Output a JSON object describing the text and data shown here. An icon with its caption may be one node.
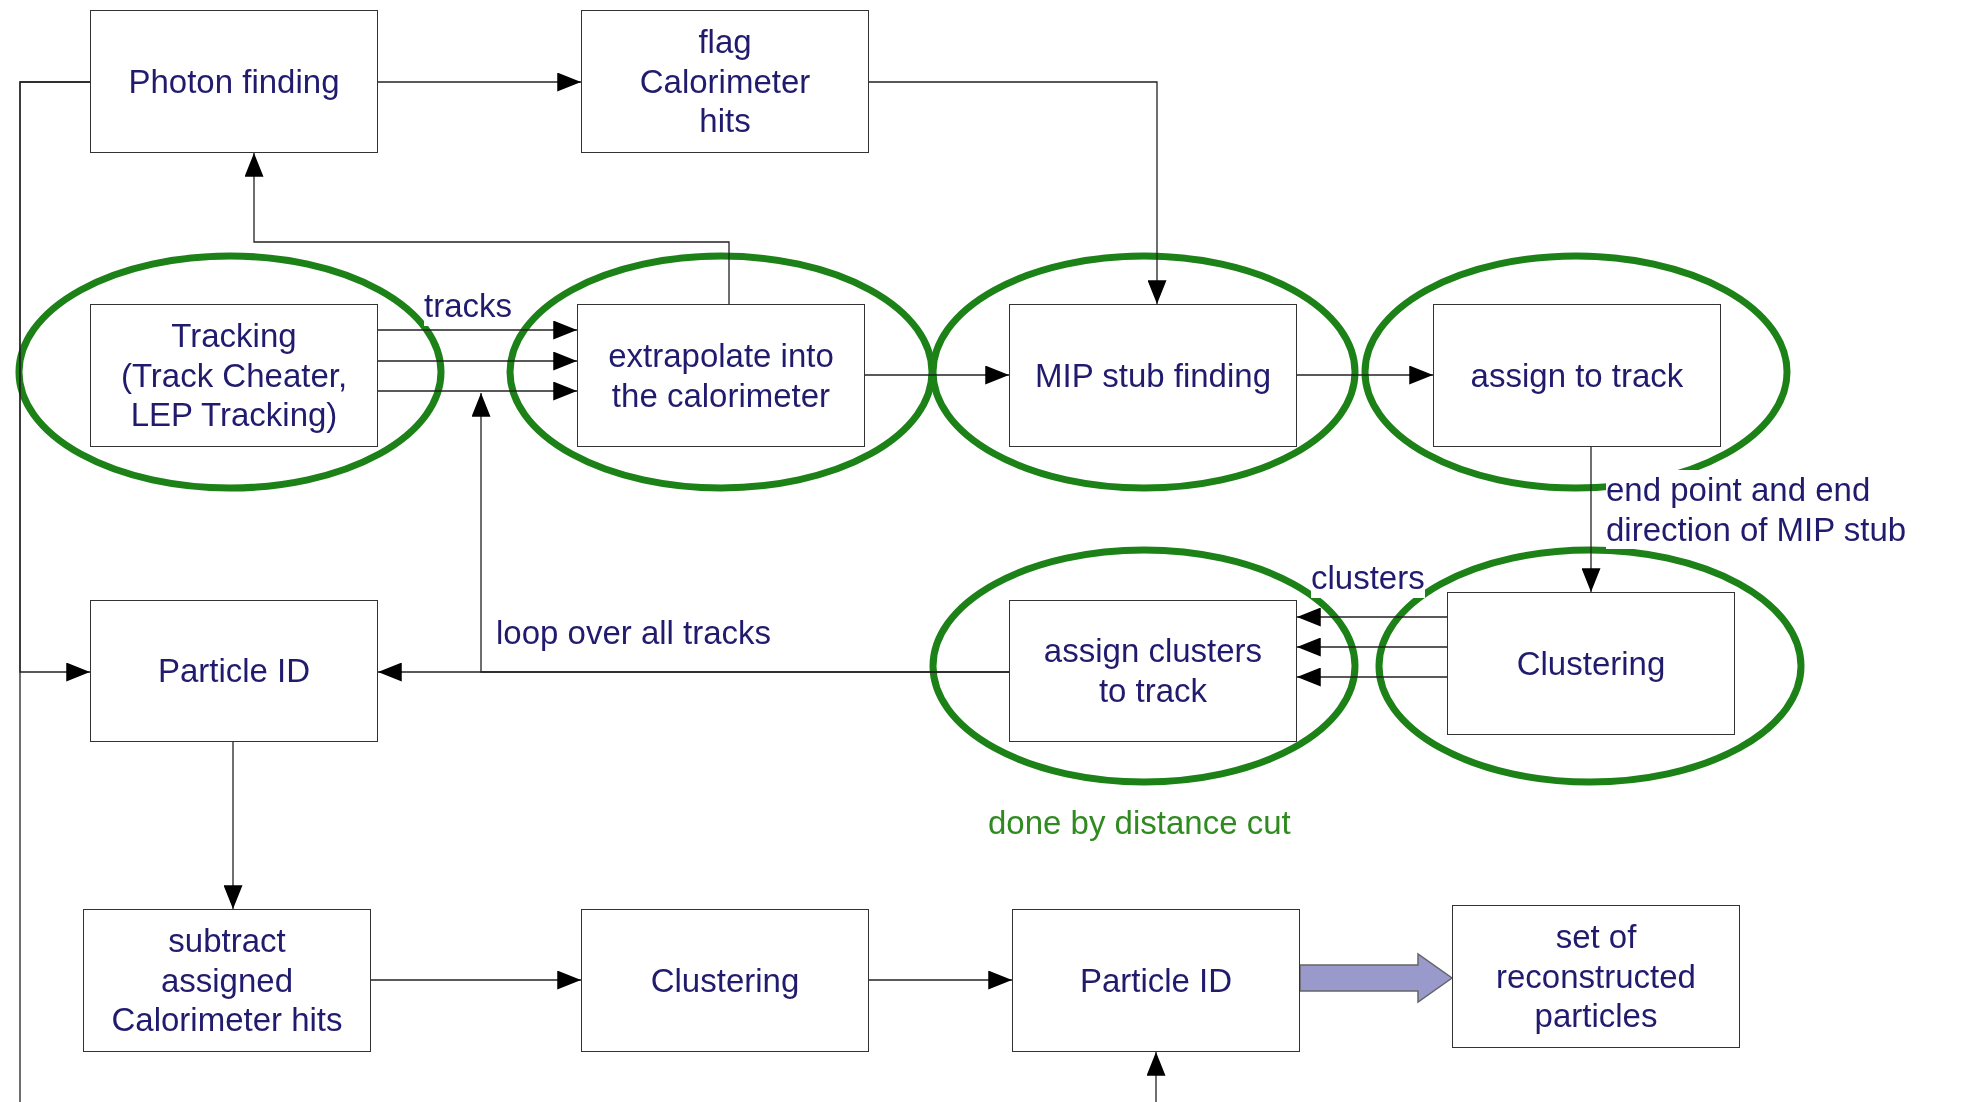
{
  "diagram": {
    "nodes": [
      {
        "text": [
          "Photon finding"
        ]
      },
      {
        "text": [
          "flag Calorimeter hits"
        ]
      },
      {
        "text": [],
        "shape": "ellipse"
      },
      {
        "text": [
          "Tracking",
          "(Track Cheater, LEP Tracking)"
        ],
        "in": 2
      },
      {
        "text": [],
        "shape": "ellipse"
      },
      {
        "text": [
          "extrapolate into the calorimeter"
        ],
        "in": 4
      },
      {
        "text": [],
        "shape": "ellipse"
      },
      {
        "text": [
          "MIP stub finding"
        ],
        "in": 6
      },
      {
        "text": [],
        "shape": "ellipse"
      },
      {
        "text": [
          "assign to track"
        ],
        "in": 8
      },
      {
        "text": [
          "Particle ID"
        ]
      },
      {
        "text": [],
        "shape": "ellipse"
      },
      {
        "text": [
          "assign clusters to track"
        ],
        "in": 11
      },
      {
        "text": [],
        "shape": "ellipse"
      },
      {
        "text": [
          "Clustering"
        ],
        "in": 13
      },
      {
        "text": [
          "subtract assigned Calorimeter hits"
        ]
      },
      {
        "text": [
          "Clustering"
        ]
      },
      {
        "text": [
          "Particle ID"
        ]
      },
      {
        "text": [
          "set of reconstructed particles"
        ]
      }
    ],
    "edges": [
      {
        "from": 0,
        "to": 1,
        "arrow": "to"
      },
      {
        "from": 1,
        "to": 7,
        "arrow": "to"
      },
      {
        "from": 5,
        "to": 0,
        "arrow": "to"
      },
      {
        "from": 3,
        "to": 5,
        "arrow": "to",
        "label": "tracks"
      },
      {
        "from": 3,
        "to": 5,
        "arrow": "to"
      },
      {
        "from": 3,
        "to": 5,
        "arrow": "to"
      },
      {
        "from": 5,
        "to": 7,
        "arrow": "to"
      },
      {
        "from": 7,
        "to": 9,
        "arrow": "to"
      },
      {
        "from": 9,
        "to": 14,
        "arrow": "to",
        "label": "end point and end direction of MIP stub"
      },
      {
        "from": 14,
        "to": 12,
        "arrow": "to",
        "label": "clusters"
      },
      {
        "from": 14,
        "to": 12,
        "arrow": "to"
      },
      {
        "from": 14,
        "to": 12,
        "arrow": "to"
      },
      {
        "from": 12,
        "to": 10,
        "arrow": "to"
      },
      {
        "from": 12,
        "to": 4,
        "arrow": "to",
        "label": "loop over all tracks"
      },
      {
        "from": 0,
        "to": 10,
        "arrow": "to"
      },
      {
        "from": 0,
        "to": null,
        "arrow": "none"
      },
      {
        "from": 10,
        "to": 15,
        "arrow": "to"
      },
      {
        "from": 15,
        "to": 16,
        "arrow": "to"
      },
      {
        "from": 16,
        "to": 17,
        "arrow": "to"
      },
      {
        "from": 17,
        "to": 18,
        "arrow": "to",
        "style": "thick",
        "color": "#9999cc"
      },
      {
        "from": null,
        "to": 17,
        "arrow": "to"
      }
    ],
    "labels": [
      "done by distance cut"
    ]
  }
}
